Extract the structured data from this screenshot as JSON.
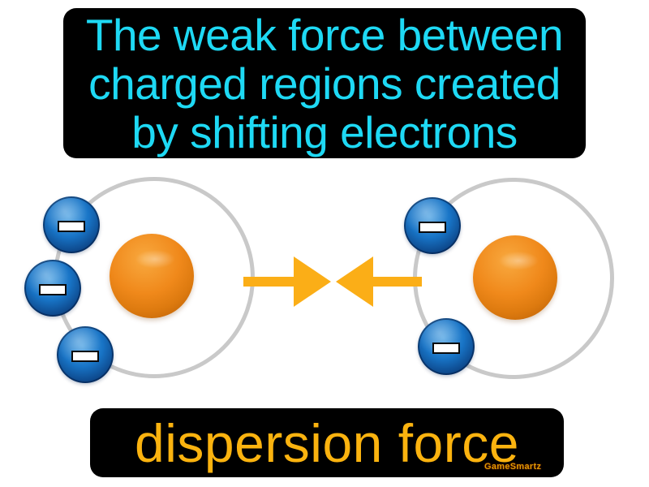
{
  "definition_box": {
    "lines": [
      "The weak force between",
      "charged regions created",
      "by shifting electrons"
    ]
  },
  "term_box": {
    "label": "dispersion force"
  },
  "watermark": {
    "label": "GameSmartz"
  },
  "diagram": {
    "description": "Two atoms with electrons shifted to the left side, attracted toward each other",
    "atoms": [
      {
        "name": "left-atom",
        "nucleus_count": 1,
        "electron_count": 3,
        "electron_side": "left"
      },
      {
        "name": "right-atom",
        "nucleus_count": 1,
        "electron_count": 2,
        "electron_side": "left"
      }
    ],
    "arrows": [
      {
        "name": "left-force-arrow",
        "direction": "right"
      },
      {
        "name": "right-force-arrow",
        "direction": "left"
      }
    ],
    "electron_charge_icon": "minus-icon"
  },
  "colors": {
    "definition_text": "#1ED9F4",
    "term_text": "#FBB30F",
    "box_bg": "#000000",
    "arrow": "#FBAE17",
    "orbit": "#C9C9C9",
    "electron_blue": "#1874C6",
    "nucleus_orange": "#F0891B",
    "watermark": "#DE9900",
    "page_bg": "#FFFFFF"
  }
}
